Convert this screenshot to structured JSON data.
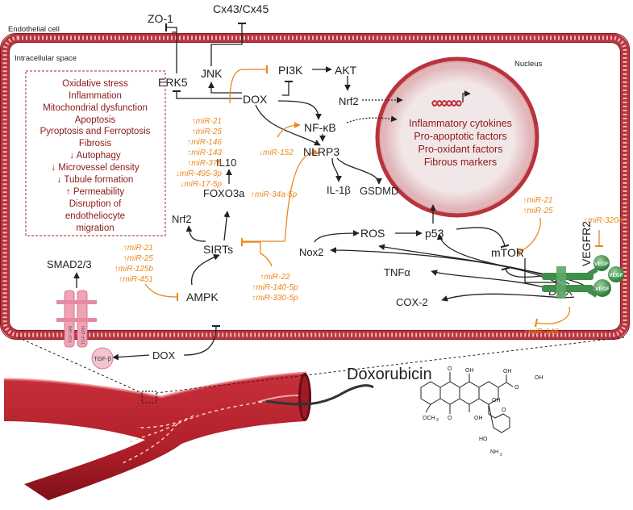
{
  "header": {
    "cell_label": "Endothelial cell",
    "space_label": "Intracellular space",
    "nucleus_label": "Nucleus"
  },
  "effects": [
    "Oxidative stress",
    "Inflammation",
    "Mitochondrial dysfunction",
    "Apoptosis",
    "Pyroptosis and Ferroptosis",
    "Fibrosis",
    "↓ Autophagy",
    "↓ Microvessel density",
    "↓ Tubule formation",
    "↑ Permeability",
    "Disruption of",
    "endotheliocyte",
    "migration"
  ],
  "nodes": {
    "zo1": "ZO-1",
    "cx": "Cx43/Cx45",
    "erk5": "ERK5",
    "jnk": "JNK",
    "pi3k": "PI3K",
    "akt": "AKT",
    "dox_top": "DOX",
    "nrf2_top": "Nrf2",
    "nfkb": "NF-κB",
    "nlrp3": "NLRP3",
    "il1b": "IL-1β",
    "gsdmd": "GSDMD",
    "il10": "IL10",
    "foxo3a": "FOXO3a",
    "nrf2_left": "Nrf2",
    "sirts": "SIRTs",
    "smad": "SMAD2/3",
    "ampk": "AMPK",
    "dox_bottom": "DOX",
    "nox2": "Nox2",
    "ros": "ROS",
    "p53": "p53",
    "mtor": "mTOR",
    "tnfa": "TNFα",
    "cox2": "COX-2",
    "dox_right": "DOX",
    "vegfr2": "VEGFR2",
    "vegf": "VEGF",
    "tgfbri": "TGF-βRI",
    "tgfbrii": "TGF-βRII",
    "tgfb": "TGF-β"
  },
  "nucleus_items": [
    "Inflammatory cytokines",
    "Pro-apoptotic factors",
    "Pro-oxidant factors",
    "Fibrous markers"
  ],
  "mirnas": {
    "group_dox": [
      "↑miR-21",
      "↑miR-25",
      "↑miR-146",
      "↑miR-143",
      "↑miR-375",
      "↓miR-495-3p",
      "↓miR-17-5p"
    ],
    "nfkb": "↓miR-152",
    "nlrp3": "↑miR-34a-5p",
    "ampk": [
      "↑miR-21",
      "↑miR-25",
      "↑miR-125b",
      "↑miR-451"
    ],
    "sirts": [
      "↑miR-22",
      "↑miR-140-5p",
      "↑miR-330-5p"
    ],
    "mtor": [
      "↑miR-21",
      "↑miR-25"
    ],
    "vegfr": "↑miR-146",
    "vegf": "↑miR-320a"
  },
  "drug": {
    "name": "Doxorubicin"
  },
  "chem_labels": [
    "O",
    "OH",
    "O",
    "OH",
    "OH",
    "OH",
    "OCH",
    "3",
    "O",
    "OH",
    "O",
    "HO",
    "NH",
    "2"
  ]
}
